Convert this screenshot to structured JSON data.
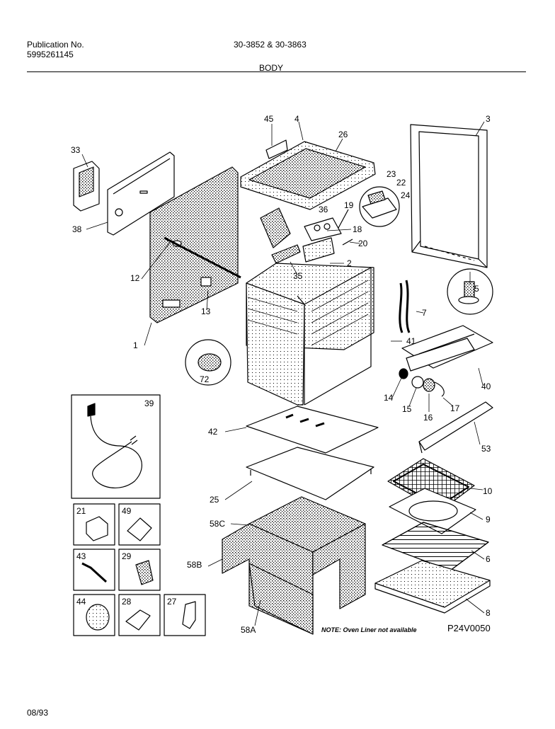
{
  "header": {
    "publication_label": "Publication No.",
    "publication_number": "5995261145",
    "model_numbers": "30-3852 & 30-3863",
    "section_title": "BODY"
  },
  "diagram": {
    "part_labels": {
      "p1": "1",
      "p2": "2",
      "p3": "3",
      "p4": "4",
      "p5": "5",
      "p6": "6",
      "p7": "7",
      "p8": "8",
      "p9": "9",
      "p10": "10",
      "p12": "12",
      "p13": "13",
      "p14": "14",
      "p15": "15",
      "p16": "16",
      "p17": "17",
      "p18": "18",
      "p19": "19",
      "p20": "20",
      "p21": "21",
      "p22": "22",
      "p23": "23",
      "p24": "24",
      "p25": "25",
      "p26": "26",
      "p27": "27",
      "p28": "28",
      "p29": "29",
      "p33": "33",
      "p35": "35",
      "p36": "36",
      "p38": "38",
      "p39": "39",
      "p40": "40",
      "p41": "41",
      "p42": "42",
      "p43": "43",
      "p44": "44",
      "p45": "45",
      "p49": "49",
      "p53": "53",
      "p58a": "58A",
      "p58b": "58B",
      "p58c": "58C",
      "p72": "72"
    },
    "note": "NOTE: Oven Liner not available",
    "drawing_code": "P24V0050"
  },
  "footer": {
    "date": "08/93"
  }
}
